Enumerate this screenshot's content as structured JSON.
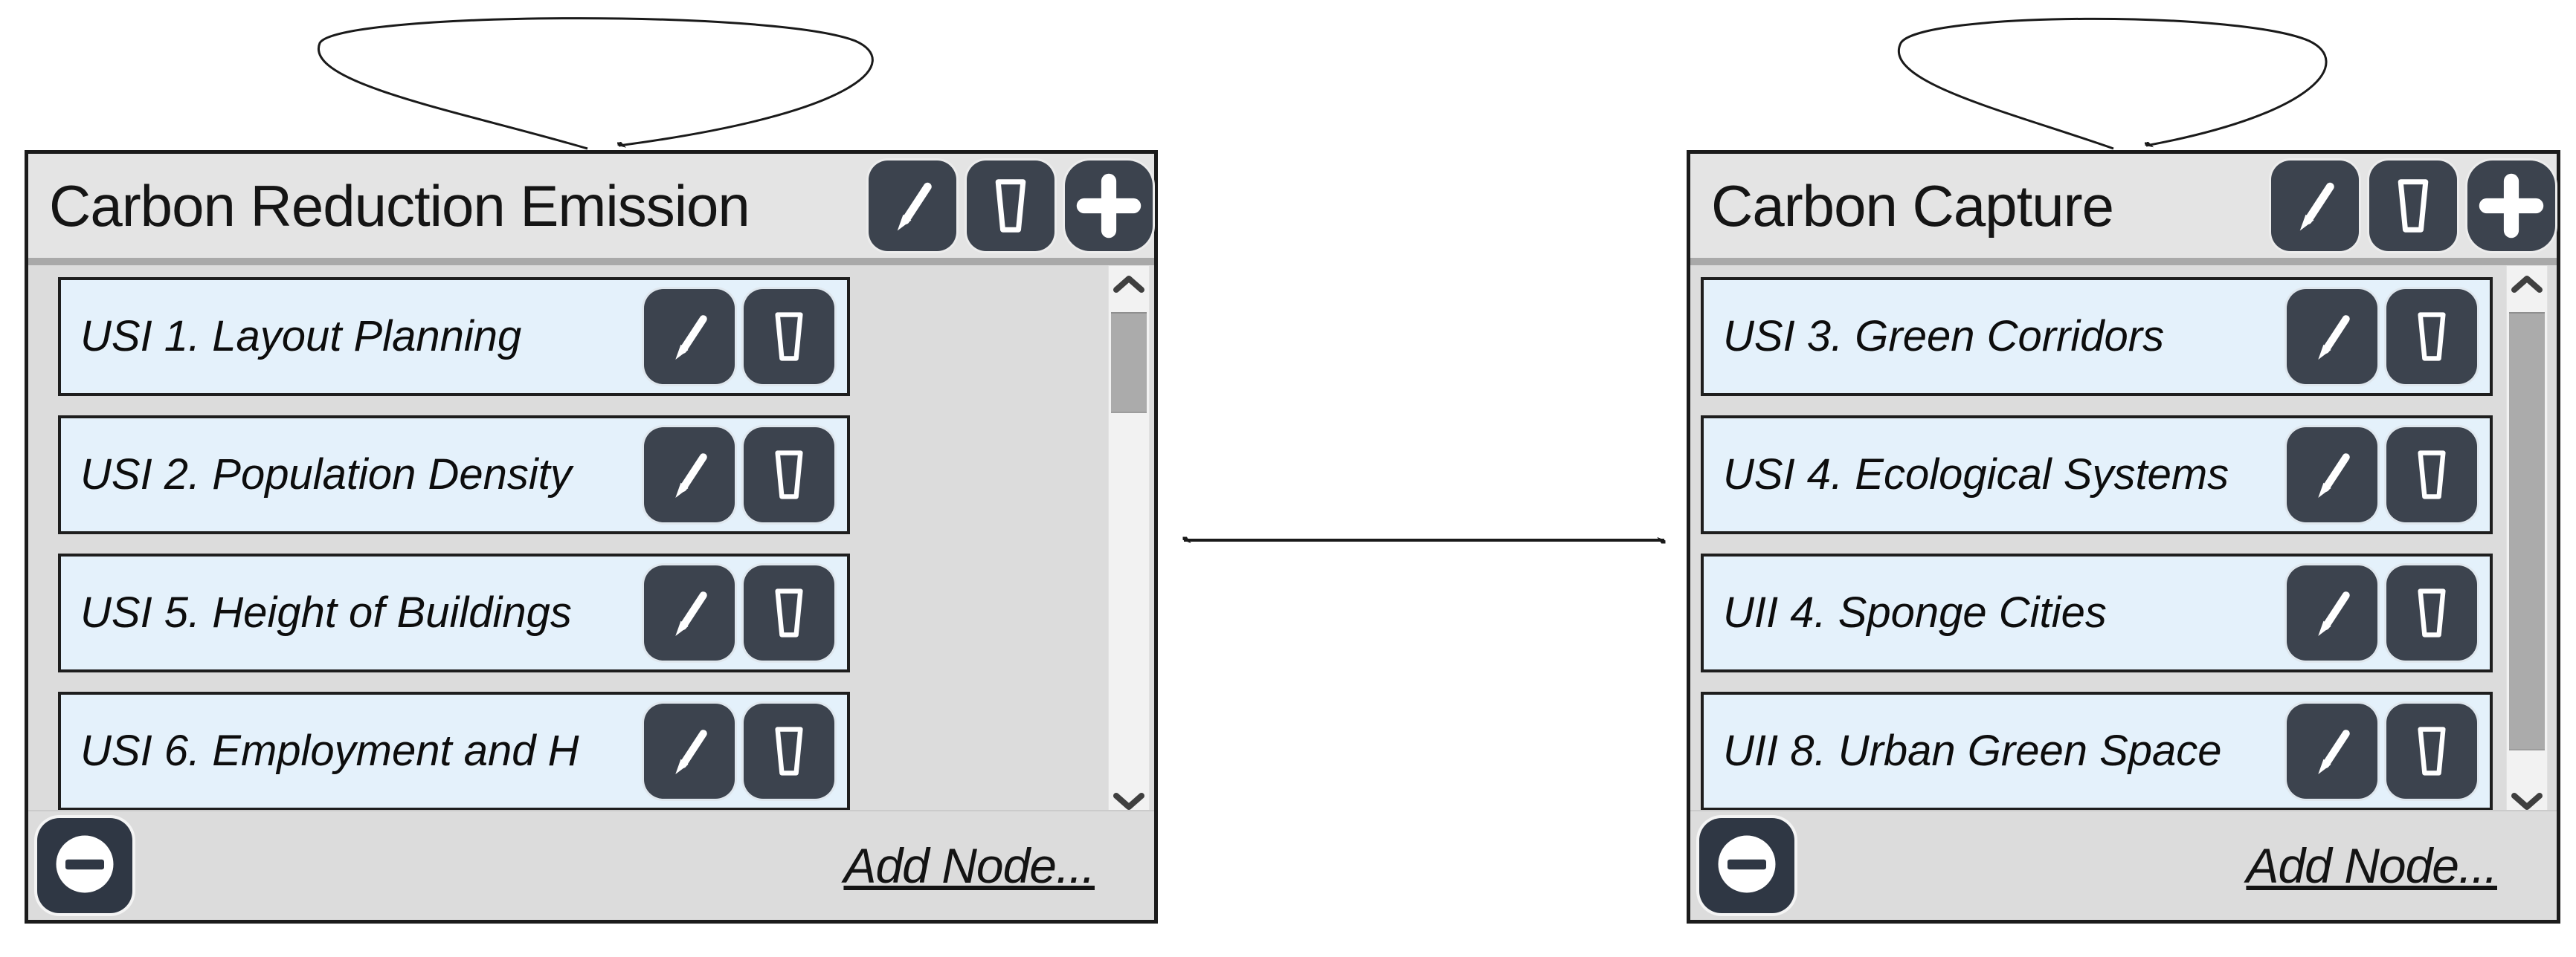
{
  "page": {
    "background": "#ffffff"
  },
  "colors": {
    "panel_border": "#1b1b1b",
    "panel_bg": "#dcdcdc",
    "header_bg": "#e4e4e4",
    "header_strip": "#a9a9a9",
    "node_bg": "#e4f1fb",
    "node_border": "#1e1e1e",
    "button_bg": "#3c434e",
    "collapse_bg": "#2f3744",
    "scroll_track": "#f2f2f2",
    "scroll_thumb": "#ababab",
    "text": "#111111"
  },
  "panels": [
    {
      "title": "Carbon Reduction Emission",
      "toolbar": {
        "edit_icon": "pencil-icon",
        "delete_icon": "trash-icon",
        "add_icon": "plus-icon"
      },
      "nodes": [
        {
          "label": "USI 1. Layout Planning"
        },
        {
          "label": "USI 2. Population Density"
        },
        {
          "label": "USI 5. Height of Buildings"
        },
        {
          "label": "USI 6. Employment and H"
        }
      ],
      "scrollbar": {
        "up_icon": "chevron-up-icon",
        "down_icon": "chevron-down-icon",
        "thumb": "short-near-top"
      },
      "footer": {
        "collapse_icon": "minus-circle-icon",
        "add_node_label": "Add Node..."
      }
    },
    {
      "title": "Carbon Capture",
      "toolbar": {
        "edit_icon": "pencil-icon",
        "delete_icon": "trash-icon",
        "add_icon": "plus-icon"
      },
      "nodes": [
        {
          "label": "USI 3. Green Corridors"
        },
        {
          "label": "USI 4. Ecological Systems"
        },
        {
          "label": "UII 4. Sponge Cities"
        },
        {
          "label": "UII 8. Urban Green Space"
        }
      ],
      "scrollbar": {
        "up_icon": "chevron-up-icon",
        "down_icon": "chevron-down-icon",
        "thumb": "long"
      },
      "footer": {
        "collapse_icon": "minus-circle-icon",
        "add_node_label": "Add Node..."
      }
    }
  ],
  "connections": {
    "left_self_loop": "self-loop arrow into top of left panel",
    "right_self_loop": "self-loop arrow into top of right panel",
    "between_panels": "double-headed arrow between panels"
  }
}
